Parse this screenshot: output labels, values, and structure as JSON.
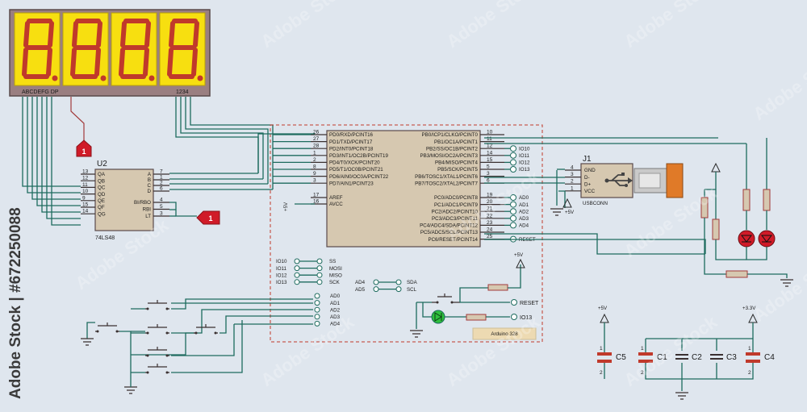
{
  "display": {
    "segment_labels": "ABCDEFG DP",
    "digit_labels": "1234",
    "color_body": "#9a7f81",
    "color_digit": "#f7df10",
    "color_segment": "#c0392b"
  },
  "u2": {
    "ref": "U2",
    "part": "74LS48",
    "left_pins": [
      {
        "num": "13",
        "name": "QA"
      },
      {
        "num": "12",
        "name": "QB"
      },
      {
        "num": "11",
        "name": "QC"
      },
      {
        "num": "10",
        "name": "QD"
      },
      {
        "num": "9",
        "name": "QE"
      },
      {
        "num": "15",
        "name": "QF"
      },
      {
        "num": "14",
        "name": "QG"
      }
    ],
    "right_pins": [
      {
        "num": "7",
        "name": "A"
      },
      {
        "num": "1",
        "name": "B"
      },
      {
        "num": "2",
        "name": "C"
      },
      {
        "num": "6",
        "name": "D"
      },
      {
        "num": "4",
        "name": "BI/RBO"
      },
      {
        "num": "5",
        "name": "RBI"
      },
      {
        "num": "3",
        "name": "LT"
      }
    ]
  },
  "logic_one": "1",
  "mcu": {
    "left_pins": [
      {
        "num": "26",
        "name": "PD0/RXD/PCINT16"
      },
      {
        "num": "27",
        "name": "PD1/TXD/PCINT17"
      },
      {
        "num": "28",
        "name": "PD2/INT0/PCINT18"
      },
      {
        "num": "1",
        "name": "PD3/INT1/OC2B/PCINT19"
      },
      {
        "num": "2",
        "name": "PD4/T0/XCK/PCINT20"
      },
      {
        "num": "8",
        "name": "PD5/T1/OC0B/PCINT21"
      },
      {
        "num": "9",
        "name": "PD6/AIN0/OC0A/PCINT22"
      },
      {
        "num": "3",
        "name": "PD7/AIN1/PCINT23"
      }
    ],
    "aref": {
      "num": "17",
      "name": "AREF"
    },
    "avcc": {
      "num": "16",
      "name": "AVCC"
    },
    "vcc_label": "+5V",
    "right_pins": [
      {
        "num": "10",
        "name": "PB0/ICP1/CLKO/PCINT0",
        "net": ""
      },
      {
        "num": "11",
        "name": "PB1/OC1A/PCINT1",
        "net": ""
      },
      {
        "num": "12",
        "name": "PB2/SS/OC1B/PCINT2",
        "net": "IO10"
      },
      {
        "num": "14",
        "name": "PB3/MOSI/OC2A/PCINT3",
        "net": "IO11"
      },
      {
        "num": "15",
        "name": "PB4/MISO/PCINT4",
        "net": "IO12"
      },
      {
        "num": "5",
        "name": "PB5/SCK/PCINT5",
        "net": "IO13"
      },
      {
        "num": "3",
        "name": "PB6/TOSC1/XTAL1/PCINT6",
        "net": ""
      },
      {
        "num": "6",
        "name": "PB7/TOSC2/XTAL2/PCINT7",
        "net": ""
      },
      {
        "num": "19",
        "name": "PC0/ADC0/PCINT8",
        "net": "AD0"
      },
      {
        "num": "20",
        "name": "PC1/ADC1/PCINT9",
        "net": "AD1"
      },
      {
        "num": "21",
        "name": "PC2/ADC2/PCINT10",
        "net": "AD2"
      },
      {
        "num": "22",
        "name": "PC3/ADC3/PCINT11",
        "net": "AD3"
      },
      {
        "num": "23",
        "name": "PC4/ADC4/SDA/PCINT12",
        "net": "AD4"
      },
      {
        "num": "24",
        "name": "PC5/ADC5/SCL/PCINT13",
        "net": ""
      },
      {
        "num": "25",
        "name": "PC6/RESET/PCINT14",
        "net": "RESET"
      }
    ]
  },
  "spi_links": [
    {
      "left": "IO10",
      "right": "SS"
    },
    {
      "left": "IO11",
      "right": "MOSI"
    },
    {
      "left": "IO12",
      "right": "MISO"
    },
    {
      "left": "IO13",
      "right": "SCK"
    }
  ],
  "i2c_links": [
    {
      "left": "AD4",
      "right": "SDA"
    },
    {
      "left": "AD5",
      "right": "SCL"
    }
  ],
  "ad_labels": [
    "AD0",
    "AD1",
    "AD2",
    "AD3",
    "AD4"
  ],
  "reset_net": "RESET",
  "io13_net": "IO13",
  "vcc5": "+5V",
  "arduino_label": "Arduino 328",
  "usb": {
    "ref": "J1",
    "part": "USBCONN",
    "pins": [
      {
        "num": "4",
        "name": "GND"
      },
      {
        "num": "3",
        "name": "D-"
      },
      {
        "num": "2",
        "name": "D+"
      },
      {
        "num": "1",
        "name": "VCC"
      }
    ],
    "supply": "+5V"
  },
  "caps": {
    "vcc5": "+5V",
    "vcc33": "+3.3V",
    "labels": [
      "C5",
      "C1",
      "C2",
      "C3",
      "C4"
    ],
    "pin_plus": "1",
    "pin_minus": "2"
  },
  "watermark": {
    "side_text": "Adobe Stock | #672250088",
    "tiles": [
      "Adobe Stock"
    ]
  }
}
